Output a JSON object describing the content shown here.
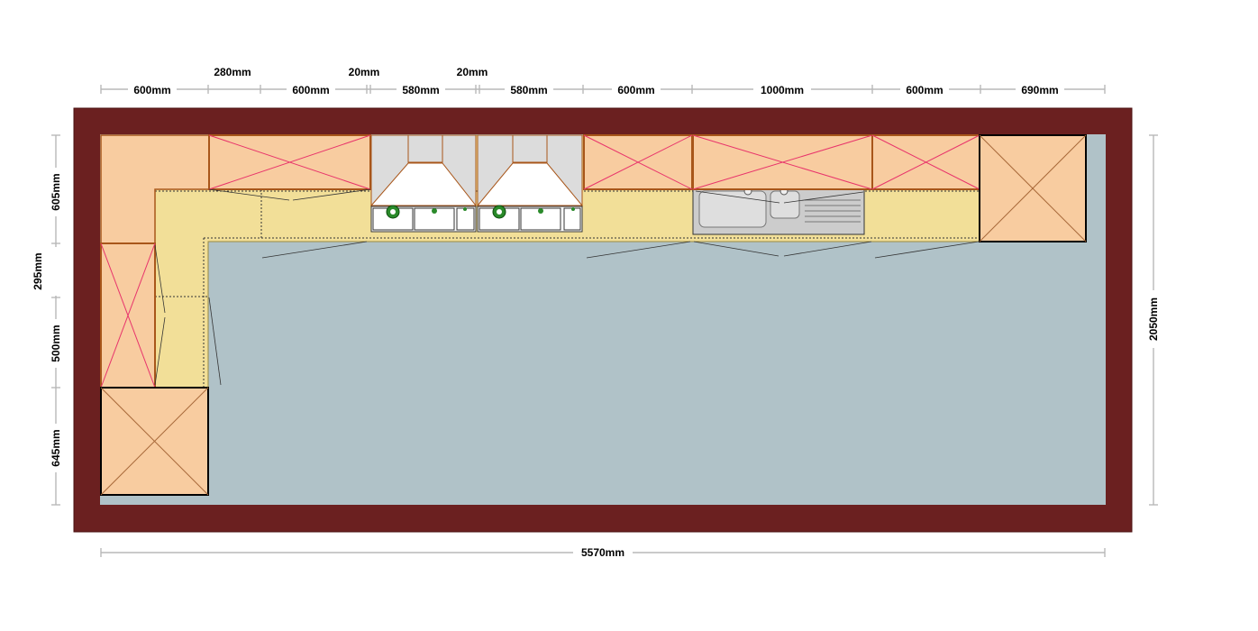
{
  "colors": {
    "wall": "#6b2020",
    "floor": "#b0c2c8",
    "worktop": "#f2df98",
    "cabinet": "#f8cca0",
    "cabinet_edge": "#a8561a",
    "diagonal_wall_unit": "#e8336b",
    "diagonal_tall_unit": "#a86a3a",
    "appliance": "#ffffff",
    "hood": "#dcdcdc",
    "sink": "#cccccc",
    "burner": "#2a8a2a",
    "dimension_line": "#b8b8b8",
    "text": "#000000"
  },
  "dimensions": {
    "top": [
      {
        "label": "600mm"
      },
      {
        "label": "280mm"
      },
      {
        "label": "600mm"
      },
      {
        "label": "20mm"
      },
      {
        "label": "580mm"
      },
      {
        "label": "20mm"
      },
      {
        "label": "580mm"
      },
      {
        "label": "600mm"
      },
      {
        "label": "1000mm"
      },
      {
        "label": "600mm"
      },
      {
        "label": "690mm"
      }
    ],
    "left": [
      {
        "label": "605mm"
      },
      {
        "label": "295mm"
      },
      {
        "label": "500mm"
      },
      {
        "label": "645mm"
      }
    ],
    "right": {
      "label": "2050mm"
    },
    "bottom": {
      "label": "5570mm"
    }
  }
}
